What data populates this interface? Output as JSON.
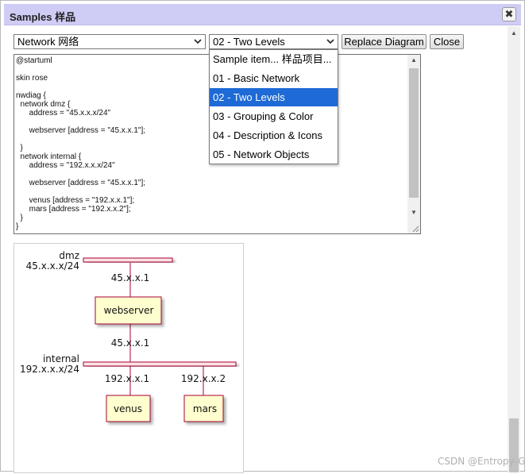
{
  "window": {
    "title": "Samples 样品",
    "close_glyph": "✖"
  },
  "toolbar": {
    "category_select": "Network 网络",
    "sample_select": "02 - Two Levels",
    "replace_button": "Replace Diagram",
    "close_button": "Close"
  },
  "editor": {
    "code": "@startuml\n\nskin rose\n\nnwdiag {\n  network dmz {\n      address = \"45.x.x.x/24\"\n\n      webserver [address = \"45.x.x.1\"];\n\n  }\n  network internal {\n      address = \"192.x.x.x/24\"\n\n      webserver [address = \"45.x.x.1\"];\n\n      venus [address = \"192.x.x.1\"];\n      mars [address = \"192.x.x.2\"];\n  }\n}"
  },
  "dropdown": {
    "options": [
      "Sample item... 样品项目...",
      "01 - Basic Network",
      "02 - Two Levels",
      "03 - Grouping & Color",
      "04 - Description & Icons",
      "05 - Network Objects"
    ],
    "selected_index": 2
  },
  "diagram": {
    "networks": [
      {
        "name": "dmz",
        "address": "45.x.x.x/24"
      },
      {
        "name": "internal",
        "address": "192.x.x.x/24"
      }
    ],
    "nodes": [
      {
        "name": "webserver",
        "addr_top": "45.x.x.1",
        "addr_bottom": "45.x.x.1"
      },
      {
        "name": "venus",
        "addr": "192.x.x.1"
      },
      {
        "name": "mars",
        "addr": "192.x.x.2"
      }
    ],
    "colors": {
      "node_fill": "#fefece",
      "network_fill": "#fce4e4",
      "line": "#a80036"
    }
  },
  "watermark": "CSDN @Entropy-Go"
}
